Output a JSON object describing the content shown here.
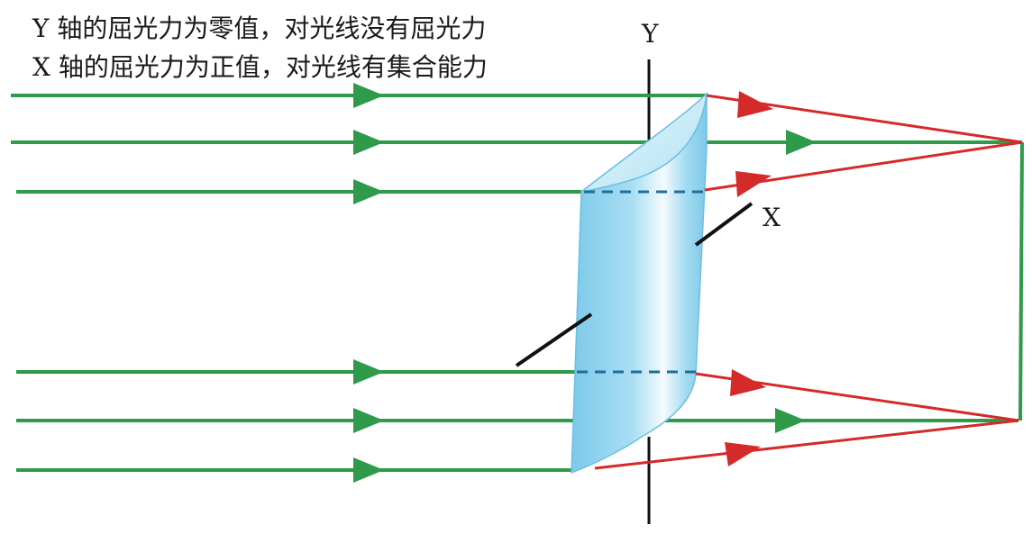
{
  "captions": {
    "line1": "Y 轴的屈光力为零值，对光线没有屈光力",
    "line2": "X 轴的屈光力为正值，对光线有集合能力"
  },
  "axes": {
    "y_label": "Y",
    "x_label": "X"
  },
  "colors": {
    "incident_ray": "#2e9a4a",
    "refracted_ray": "#d42a2a",
    "lens_fill": "#8fd3ef",
    "lens_edge": "#5fb8dd",
    "axis_line": "#111111"
  }
}
